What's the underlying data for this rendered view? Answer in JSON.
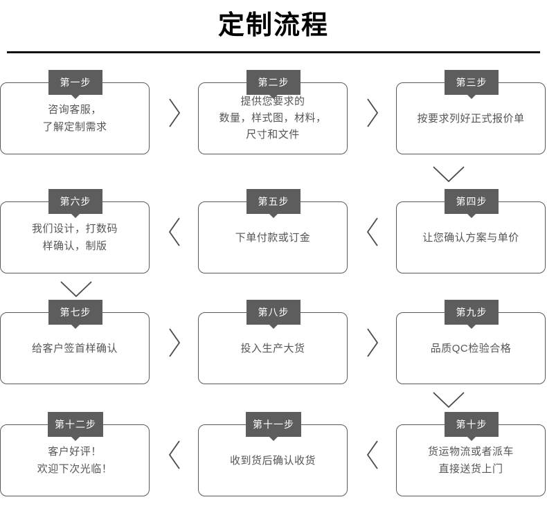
{
  "header": {
    "title": "定制流程"
  },
  "flow": {
    "rows": [
      {
        "direction": "ltr",
        "steps": [
          {
            "badge": "第一步",
            "text": "咨询客服，\n了解定制需求"
          },
          {
            "badge": "第二步",
            "text": "提供您要求的\n数量，样式图，材料，\n尺寸和文件"
          },
          {
            "badge": "第三步",
            "text": "按要求列好正式报价单"
          }
        ]
      },
      {
        "direction": "rtl",
        "steps": [
          {
            "badge": "第六步",
            "text": "我们设计，打数码\n样确认，制版"
          },
          {
            "badge": "第五步",
            "text": "下单付款或订金"
          },
          {
            "badge": "第四步",
            "text": "让您确认方案与单价"
          }
        ]
      },
      {
        "direction": "ltr",
        "steps": [
          {
            "badge": "第七步",
            "text": "给客户签首样确认"
          },
          {
            "badge": "第八步",
            "text": "投入生产大货"
          },
          {
            "badge": "第九步",
            "text": "品质QC检验合格"
          }
        ]
      },
      {
        "direction": "rtl",
        "steps": [
          {
            "badge": "第十二步",
            "text": "客户好评！\n欢迎下次光临！"
          },
          {
            "badge": "第十一步",
            "text": "收到货后确认收货"
          },
          {
            "badge": "第十步",
            "text": "货运物流或者派车\n直接送货上门"
          }
        ]
      }
    ],
    "connectors": {
      "row1_gap1": "chevron-right-icon",
      "row1_gap2": "chevron-right-icon",
      "row2_gap1": "chevron-left-icon",
      "row2_gap2": "chevron-left-icon",
      "row3_gap1": "chevron-right-icon",
      "row3_gap2": "chevron-right-icon",
      "row4_gap1": "chevron-left-icon",
      "row4_gap2": "chevron-left-icon",
      "step3_to_step4": "chevron-down-icon",
      "step6_to_step7": "chevron-down-icon",
      "step9_to_step10": "chevron-down-icon"
    }
  },
  "colors": {
    "badge_bg": "#5d5d5d",
    "box_border": "#595959",
    "text": "#555555",
    "title": "#000000",
    "rule": "#111111",
    "background": "#ffffff"
  }
}
